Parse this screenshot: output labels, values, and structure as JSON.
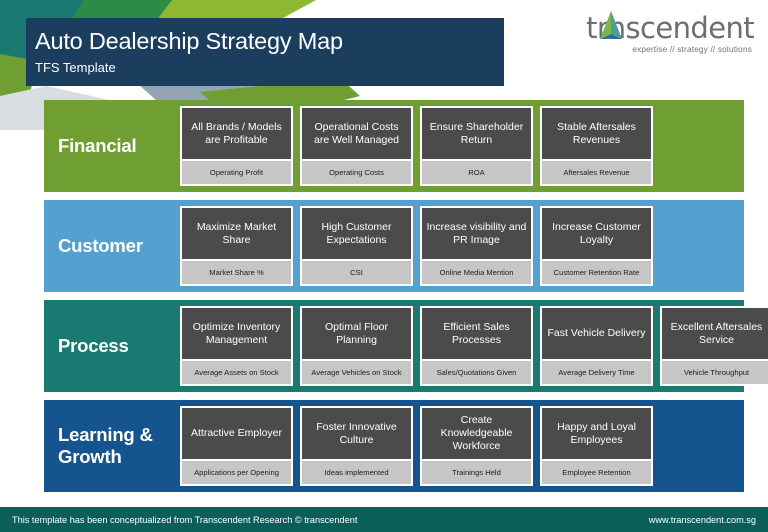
{
  "header": {
    "title": "Auto Dealership Strategy Map",
    "subtitle": "TFS Template"
  },
  "logo": {
    "word_before": "tr",
    "word_after": "nscendent",
    "tagline": "expertise // strategy // solutions",
    "mark_name": "triangle-a-mark"
  },
  "colors": {
    "header_bar": "#1b3d5e",
    "financial": "#6f9e33",
    "customer": "#54a0cf",
    "process": "#1a7a72",
    "learning": "#15548f",
    "objective_card": "#4b4b4b",
    "metric_card": "#c6c6c6",
    "footer": "#0c5f59"
  },
  "rows": [
    {
      "label": "Financial",
      "key": "financial",
      "cards": [
        {
          "objective": "All Brands / Models are Profitable",
          "metric": "Operating Profit"
        },
        {
          "objective": "Operational Costs are Well Managed",
          "metric": "Operating Costs"
        },
        {
          "objective": "Ensure Shareholder Return",
          "metric": "ROA"
        },
        {
          "objective": "Stable Aftersales Revenues",
          "metric": "Aftersales Revenue"
        }
      ]
    },
    {
      "label": "Customer",
      "key": "customer",
      "cards": [
        {
          "objective": "Maximize Market Share",
          "metric": "Market Share %"
        },
        {
          "objective": "High Customer Expectations",
          "metric": "CSI"
        },
        {
          "objective": "Increase visibility and PR Image",
          "metric": "Online Media Mention"
        },
        {
          "objective": "Increase Customer Loyalty",
          "metric": "Customer Retention Rate"
        }
      ]
    },
    {
      "label": "Process",
      "key": "process",
      "cards": [
        {
          "objective": "Optimize Inventory Management",
          "metric": "Average Assets on Stock"
        },
        {
          "objective": "Optimal Floor Planning",
          "metric": "Average Vehicles on Stock"
        },
        {
          "objective": "Efficient Sales Processes",
          "metric": "Sales/Quotations Given"
        },
        {
          "objective": "Fast Vehicle Delivery",
          "metric": "Average Delivery Time"
        },
        {
          "objective": "Excellent Aftersales Service",
          "metric": "Vehicle Throughput"
        }
      ]
    },
    {
      "label": "Learning & Growth",
      "key": "learning",
      "cards": [
        {
          "objective": "Attractive Employer",
          "metric": "Applications per Opening"
        },
        {
          "objective": "Foster Innovative Culture",
          "metric": "Ideas implemented"
        },
        {
          "objective": "Create Knowledgeable Workforce",
          "metric": "Trainings Held"
        },
        {
          "objective": "Happy and Loyal Employees",
          "metric": "Employee Retention"
        }
      ]
    }
  ],
  "footer": {
    "left": "This template has been conceptualized from Transcendent Research © transcendent",
    "right": "www.transcendent.com.sg"
  }
}
